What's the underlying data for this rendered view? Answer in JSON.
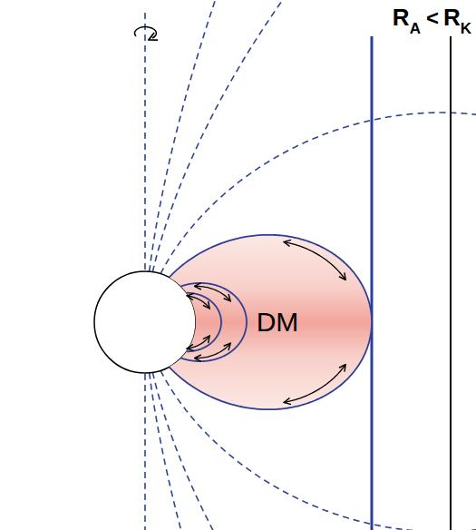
{
  "diagram": {
    "nodes": [
      {
        "text": [
          "DM"
        ]
      }
    ],
    "labels": [
      "R",
      "A",
      "<",
      "R",
      "K"
    ]
  }
}
